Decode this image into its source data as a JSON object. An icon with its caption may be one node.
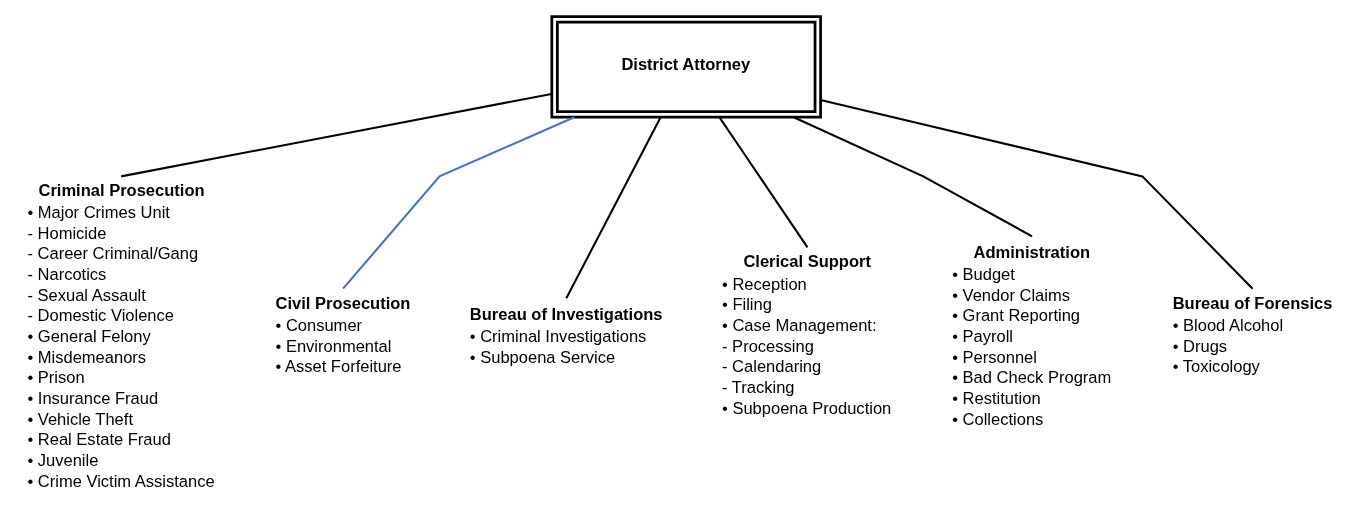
{
  "diagram": {
    "nodes": [
      {
        "text": [
          "District Attorney"
        ]
      },
      {
        "text": [
          "Criminal Prosecution",
          "• Major Crimes Unit",
          "- Homicide",
          "- Career Criminal/Gang",
          "- Narcotics",
          "- Sexual Assault",
          "- Domestic Violence",
          "• General Felony",
          "• Misdemeanors",
          "• Prison",
          "• Insurance Fraud",
          "• Vehicle Theft",
          "• Real Estate Fraud",
          "• Juvenile",
          "• Crime Victim Assistance"
        ]
      },
      {
        "text": [
          "Civil Prosecution",
          "• Consumer",
          "• Environmental",
          "• Asset Forfeiture"
        ]
      },
      {
        "text": [
          "Bureau of Investigations",
          "• Criminal Investigations",
          "• Subpoena Service"
        ]
      },
      {
        "text": [
          "Clerical Support",
          "• Reception",
          "• Filing",
          "• Case Management:",
          "- Processing",
          "- Calendaring",
          "- Tracking",
          "• Subpoena Production"
        ]
      },
      {
        "text": [
          "Administration",
          "• Budget",
          "• Vendor Claims",
          "• Grant Reporting",
          "• Payroll",
          "• Personnel",
          "• Bad Check Program",
          "• Restitution",
          "• Collections"
        ]
      },
      {
        "text": [
          "Bureau of Forensics",
          "• Blood Alcohol",
          "• Drugs",
          "• Toxicology"
        ]
      }
    ],
    "edges": [
      {
        "from": 0,
        "to": 1,
        "arrow": "none"
      },
      {
        "from": 0,
        "to": 2,
        "arrow": "none",
        "color": "#4472c4"
      },
      {
        "from": 0,
        "to": 3,
        "arrow": "none"
      },
      {
        "from": 0,
        "to": 4,
        "arrow": "none"
      },
      {
        "from": 0,
        "to": 5,
        "arrow": "none"
      },
      {
        "from": 0,
        "to": 6,
        "arrow": "none"
      }
    ]
  }
}
